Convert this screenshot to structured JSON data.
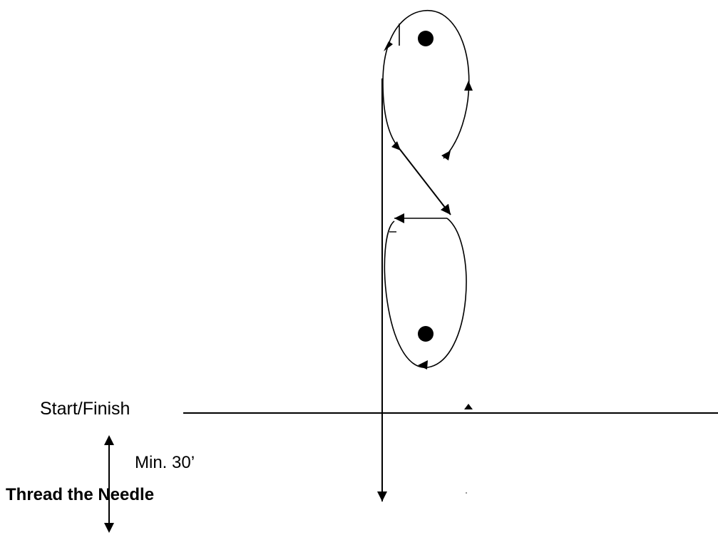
{
  "labels": {
    "start_finish": "Start/Finish",
    "min_distance": "Min. 30’",
    "title": "Thread the Needle"
  },
  "colors": {
    "ink": "#000000",
    "background": "#ffffff"
  }
}
